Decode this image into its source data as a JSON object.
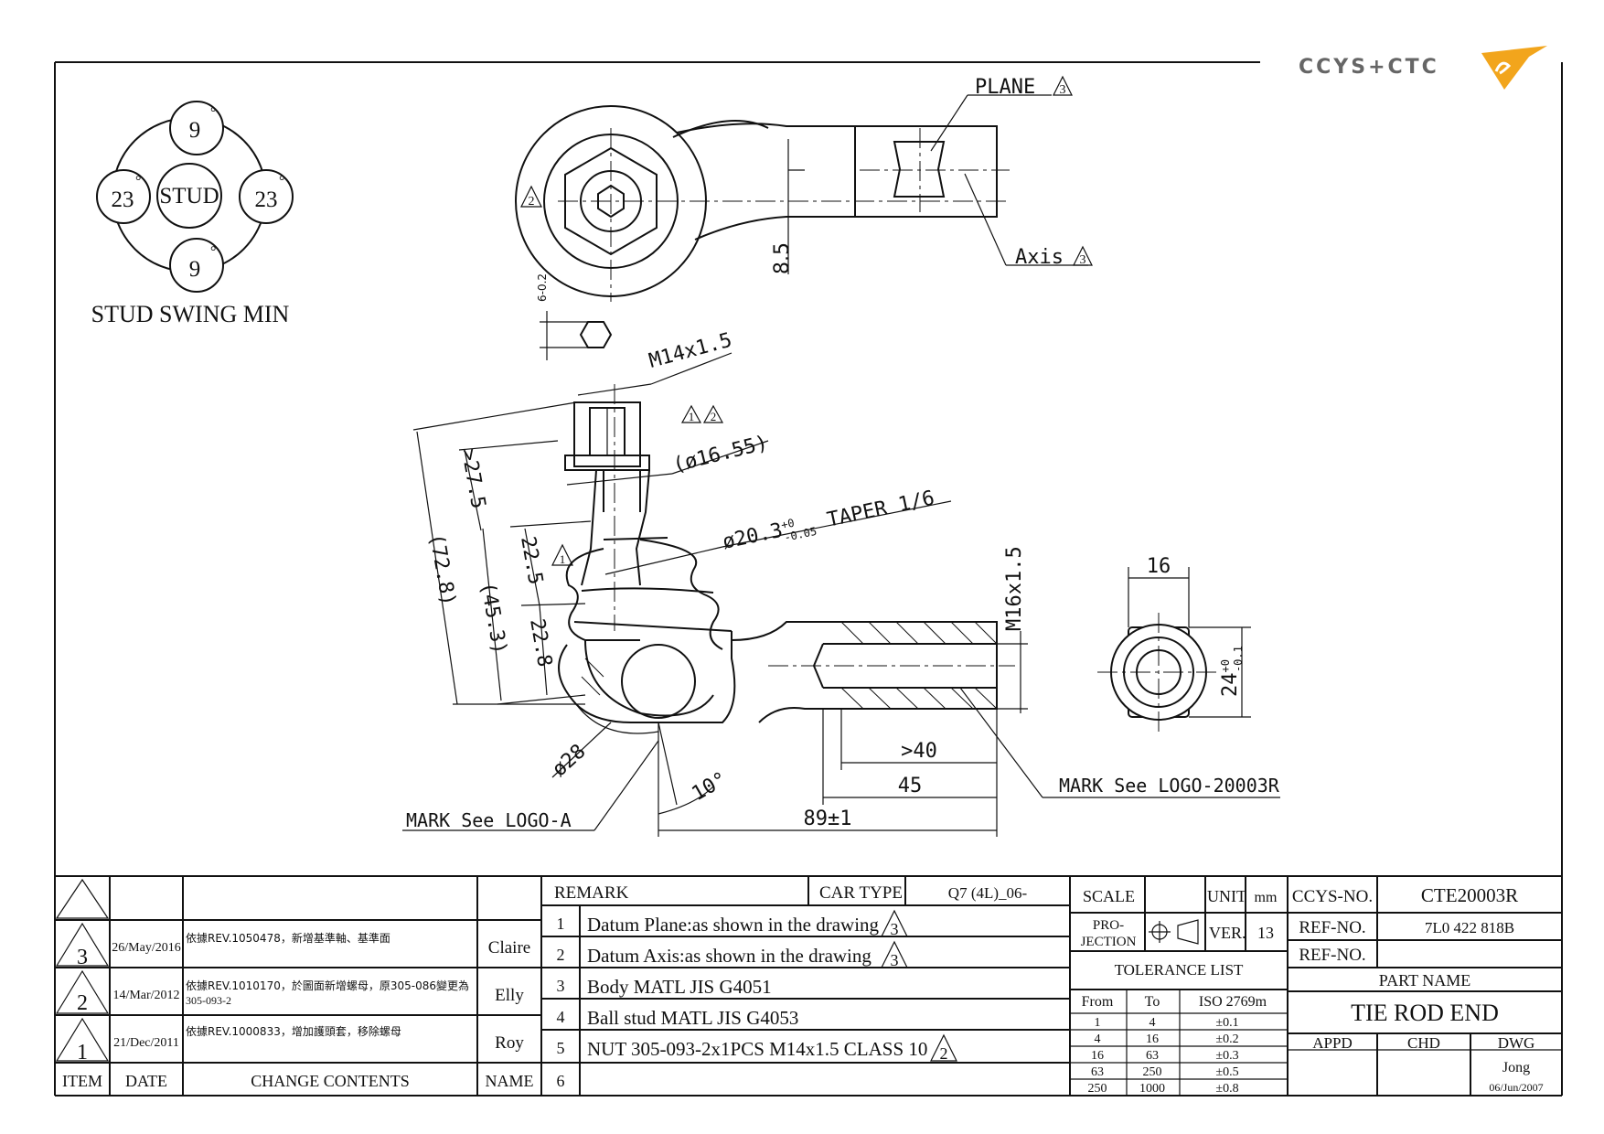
{
  "logo": {
    "text": "CCYS+CTC",
    "color": "#f2a51c"
  },
  "swing": {
    "title": "STUD SWING MIN",
    "center": "STUD",
    "top": "9",
    "bottom": "9",
    "left": "23",
    "right": "23",
    "degree": "°"
  },
  "labels": {
    "plane": "PLANE",
    "plane_rev": "3",
    "axis": "Axis",
    "axis_rev": "3",
    "side_rev": "2",
    "dim_8_5": "8.5",
    "hex_tol": "6-0.2",
    "m14": "M14x1.5",
    "note_revs": [
      "1",
      "2"
    ],
    "d16_55": "(ø16.55)",
    "gt27_5": ">27.5",
    "taper": "ø20.3+0 -0.05  TAPER 1/6",
    "taper_main": "ø20.3",
    "taper_up": "+0",
    "taper_dn": "-0.05",
    "taper_tail": "TAPER 1/6",
    "tri1": "1",
    "d72_8": "(72.8)",
    "d45_3": "(45.3)",
    "d22_5": "22.5",
    "d22_8": "22.8",
    "d28": "ø28",
    "d10": "10°",
    "gt40": ">40",
    "d45": "45",
    "d89": "89±1",
    "m16": "M16x1.5",
    "d16": "16",
    "d24": "24",
    "d24_tol_up": "+0",
    "d24_tol_dn": "-0.1",
    "mark_a": "MARK See LOGO-A",
    "mark_r": "MARK See LOGO-20003R"
  },
  "revisions": {
    "rows": [
      {
        "item": "3",
        "date": "26/May/2016",
        "content": "依據REV.1050478，新增基準軸、基準面",
        "content2": "",
        "name": "Claire"
      },
      {
        "item": "2",
        "date": "14/Mar/2012",
        "content": "依據REV.1010170，於圖面新增螺母，原305-086變更為",
        "content2": "305-093-2",
        "name": "Elly"
      },
      {
        "item": "1",
        "date": "21/Dec/2011",
        "content": "依據REV.1000833，增加護頭套，移除螺母",
        "content2": "",
        "name": "Roy"
      }
    ],
    "headers": {
      "item": "ITEM",
      "date": "DATE",
      "content": "CHANGE CONTENTS",
      "name": "NAME"
    }
  },
  "remarks": {
    "title": "REMARK",
    "car_type_label": "CAR TYPE",
    "car_type": "Q7 (4L)_06-",
    "rows": [
      {
        "no": "1",
        "text": "Datum Plane:as shown in the drawing",
        "rev": "3"
      },
      {
        "no": "2",
        "text": "Datum Axis:as shown in the drawing",
        "rev": "3"
      },
      {
        "no": "3",
        "text": "Body MATL JIS G4051",
        "rev": ""
      },
      {
        "no": "4",
        "text": "Ball stud MATL JIS G4053",
        "rev": ""
      },
      {
        "no": "5",
        "text": "NUT 305-093-2x1PCS M14x1.5 CLASS 10",
        "rev": "2"
      },
      {
        "no": "6",
        "text": "",
        "rev": ""
      }
    ]
  },
  "spec": {
    "scale_label": "SCALE",
    "scale": "",
    "unit_label": "UNIT",
    "unit": "mm",
    "projection_label1": "PRO-",
    "projection_label2": "JECTION",
    "ver_label": "VER.",
    "ver": "13",
    "tolerance_title": "TOLERANCE LIST",
    "tol_headers": {
      "from": "From",
      "to": "To",
      "std": "ISO 2769m"
    },
    "tolerances": [
      {
        "from": "1",
        "to": "4",
        "tol": "±0.1"
      },
      {
        "from": "4",
        "to": "16",
        "tol": "±0.2"
      },
      {
        "from": "16",
        "to": "63",
        "tol": "±0.3"
      },
      {
        "from": "63",
        "to": "250",
        "tol": "±0.5"
      },
      {
        "from": "250",
        "to": "1000",
        "tol": "±0.8"
      }
    ]
  },
  "title_block": {
    "ccys_label": "CCYS-NO.",
    "ccys_no": "CTE20003R",
    "ref_label": "REF-NO.",
    "ref_no": "7L0 422 818B",
    "ref2_label": "REF-NO.",
    "ref2_no": "",
    "part_name_label": "PART NAME",
    "part_name": "TIE ROD END",
    "appd": "APPD",
    "chd": "CHD",
    "dwg": "DWG",
    "dwg_name": "Jong",
    "dwg_date": "06/Jun/2007"
  }
}
